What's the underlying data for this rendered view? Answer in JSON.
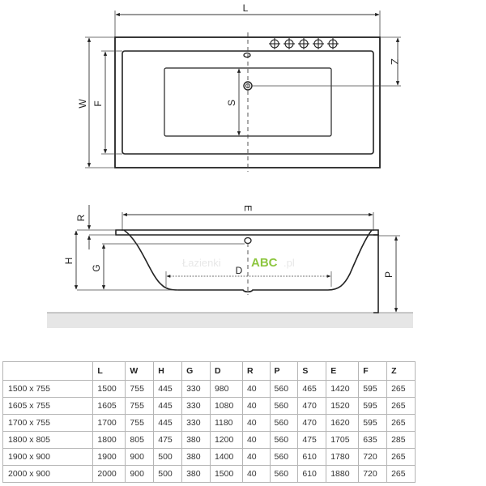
{
  "diagram": {
    "top_view": {
      "labels": {
        "length": "L",
        "width": "W",
        "inner_width": "F",
        "drain_offset": "S",
        "tap_offset": "Z"
      },
      "tap_holes_count": 5
    },
    "side_view": {
      "labels": {
        "rim_length": "E",
        "rim_height": "R",
        "total_height": "H",
        "depth": "G",
        "bottom_length": "D",
        "panel_height": "P"
      }
    },
    "watermark": {
      "faint_text": "Łazienki",
      "brand_text": "ABC",
      "faint_suffix": ".pl",
      "brand_color": "#8dc63f"
    },
    "floor_color": "#e6e6e6",
    "line_color": "#222222"
  },
  "table": {
    "headers": [
      "",
      "L",
      "W",
      "H",
      "G",
      "D",
      "R",
      "P",
      "S",
      "E",
      "F",
      "Z"
    ],
    "rows": [
      [
        "1500 x 755",
        "1500",
        "755",
        "445",
        "330",
        "980",
        "40",
        "560",
        "465",
        "1420",
        "595",
        "265"
      ],
      [
        "1605 x 755",
        "1605",
        "755",
        "445",
        "330",
        "1080",
        "40",
        "560",
        "470",
        "1520",
        "595",
        "265"
      ],
      [
        "1700 x 755",
        "1700",
        "755",
        "445",
        "330",
        "1180",
        "40",
        "560",
        "470",
        "1620",
        "595",
        "265"
      ],
      [
        "1800 x 805",
        "1800",
        "805",
        "475",
        "380",
        "1200",
        "40",
        "560",
        "475",
        "1705",
        "635",
        "285"
      ],
      [
        "1900 x 900",
        "1900",
        "900",
        "500",
        "380",
        "1400",
        "40",
        "560",
        "610",
        "1780",
        "720",
        "265"
      ],
      [
        "2000 x 900",
        "2000",
        "900",
        "500",
        "380",
        "1500",
        "40",
        "560",
        "610",
        "1880",
        "720",
        "265"
      ]
    ]
  }
}
